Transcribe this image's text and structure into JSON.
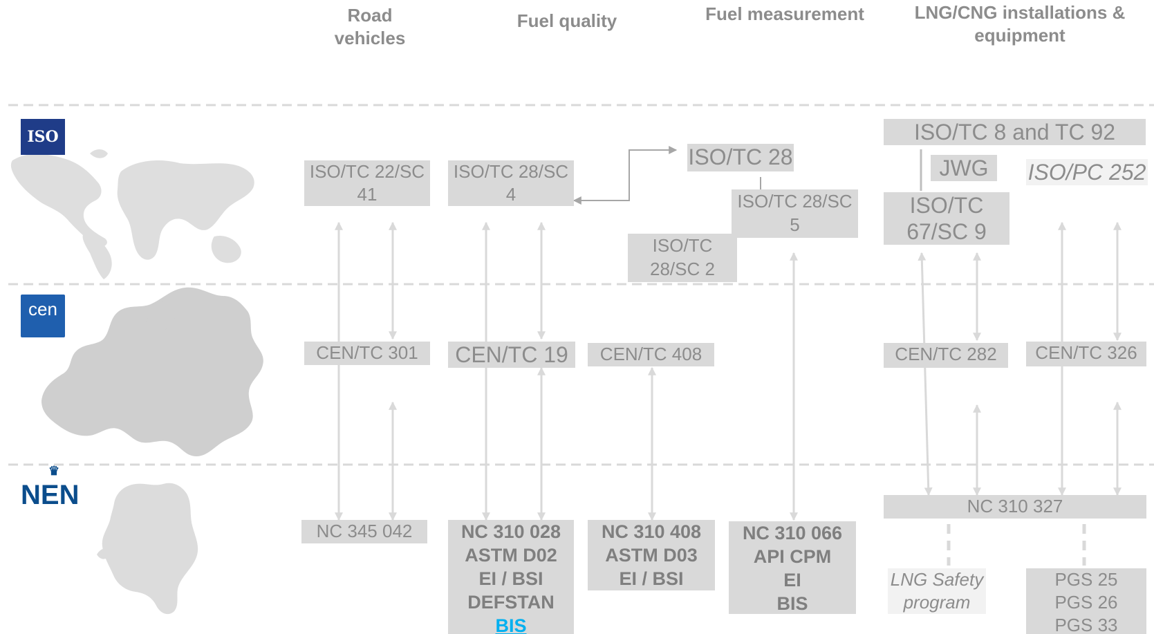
{
  "headers": {
    "road_vehicles": [
      "Road",
      "vehicles"
    ],
    "fuel_quality": "Fuel quality",
    "fuel_measurement": "Fuel measurement",
    "lng_cng": [
      "LNG/CNG installations &",
      "equipment"
    ]
  },
  "logos": {
    "iso": "ISO",
    "cen": "cen",
    "nen": "NEN"
  },
  "iso_level": {
    "tc22_sc41": [
      "ISO/TC 22/SC",
      "41"
    ],
    "tc28_sc4": [
      "ISO/TC 28/SC",
      "4"
    ],
    "tc28": "ISO/TC 28",
    "tc28_sc5": [
      "ISO/TC 28/SC",
      "5"
    ],
    "tc28_sc2": [
      "ISO/TC",
      "28/SC 2"
    ],
    "tc8_tc92": "ISO/TC 8 and TC 92",
    "jwg": "JWG",
    "pc252": "ISO/PC 252",
    "tc67_sc9": [
      "ISO/TC",
      "67/SC 9"
    ]
  },
  "cen_level": {
    "tc301": "CEN/TC 301",
    "tc19": "CEN/TC 19",
    "tc408": "CEN/TC 408",
    "tc282": "CEN/TC 282",
    "tc326": "CEN/TC 326"
  },
  "nen_level": {
    "nc345042": "NC 345 042",
    "nc310028": [
      "NC 310 028",
      "ASTM D02",
      "EI / BSI",
      "DEFSTAN"
    ],
    "nc310028_link": "BIS",
    "nc310408": [
      "NC 310 408",
      "ASTM D03",
      "EI / BSI"
    ],
    "nc310066": [
      "NC 310 066",
      "API CPM",
      "EI",
      "BIS"
    ],
    "nc310327": "NC 310 327",
    "lng_safety": [
      "LNG Safety",
      "program"
    ],
    "pgs": [
      "PGS 25",
      "PGS 26",
      "PGS 33"
    ]
  },
  "colors": {
    "box": "#d9d9d9",
    "box_light": "#f2f2f2",
    "text": "#8c8c8c",
    "arrow": "#d9d9d9",
    "dash": "#d9d9d9",
    "link": "#00b0f0",
    "iso_blue": "#1f3c88",
    "nen_blue": "#0b4d8c"
  }
}
